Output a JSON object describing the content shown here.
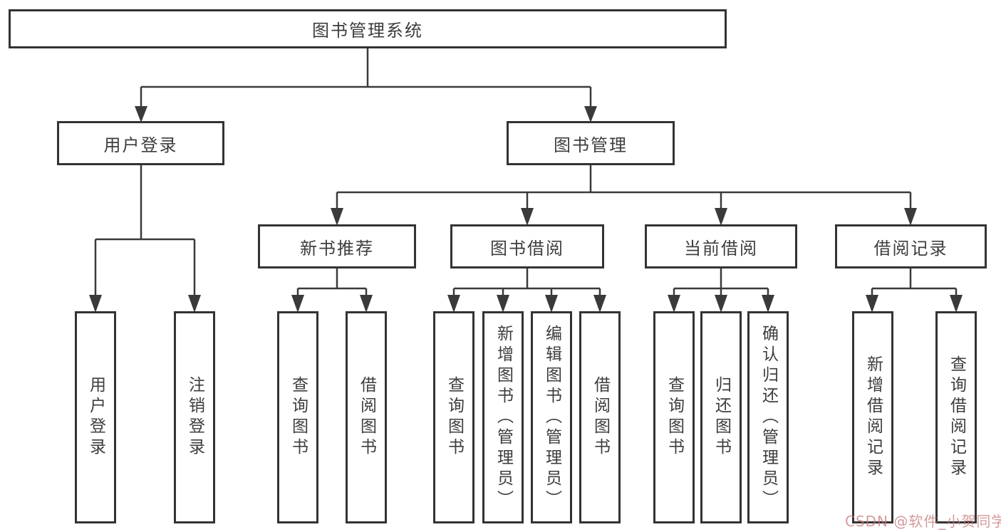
{
  "tree": {
    "root": "图书管理系统",
    "level2": {
      "userLogin": "用户登录",
      "bookMgmt": "图书管理"
    },
    "level3": [
      "新书推荐",
      "图书借阅",
      "当前借阅",
      "借阅记录"
    ],
    "leaves": {
      "login": [
        "用户登录",
        "注销登录"
      ],
      "recommend": [
        "查询图书",
        "借阅图书"
      ],
      "borrow": [
        "查询图书",
        "新增图书（管理员）",
        "编辑图书（管理员）",
        "借阅图书"
      ],
      "current": [
        "查询图书",
        "归还图书",
        "确认归还（管理员）"
      ],
      "records": [
        "新增借阅记录",
        "查询借阅记录"
      ]
    },
    "watermark": "CSDN @软件_小贺同学",
    "colors": {
      "line": "#3a3a3a",
      "box_border": "#333333",
      "text": "#3d3d3d",
      "background": "#ffffff",
      "watermark": "#c67878"
    }
  }
}
